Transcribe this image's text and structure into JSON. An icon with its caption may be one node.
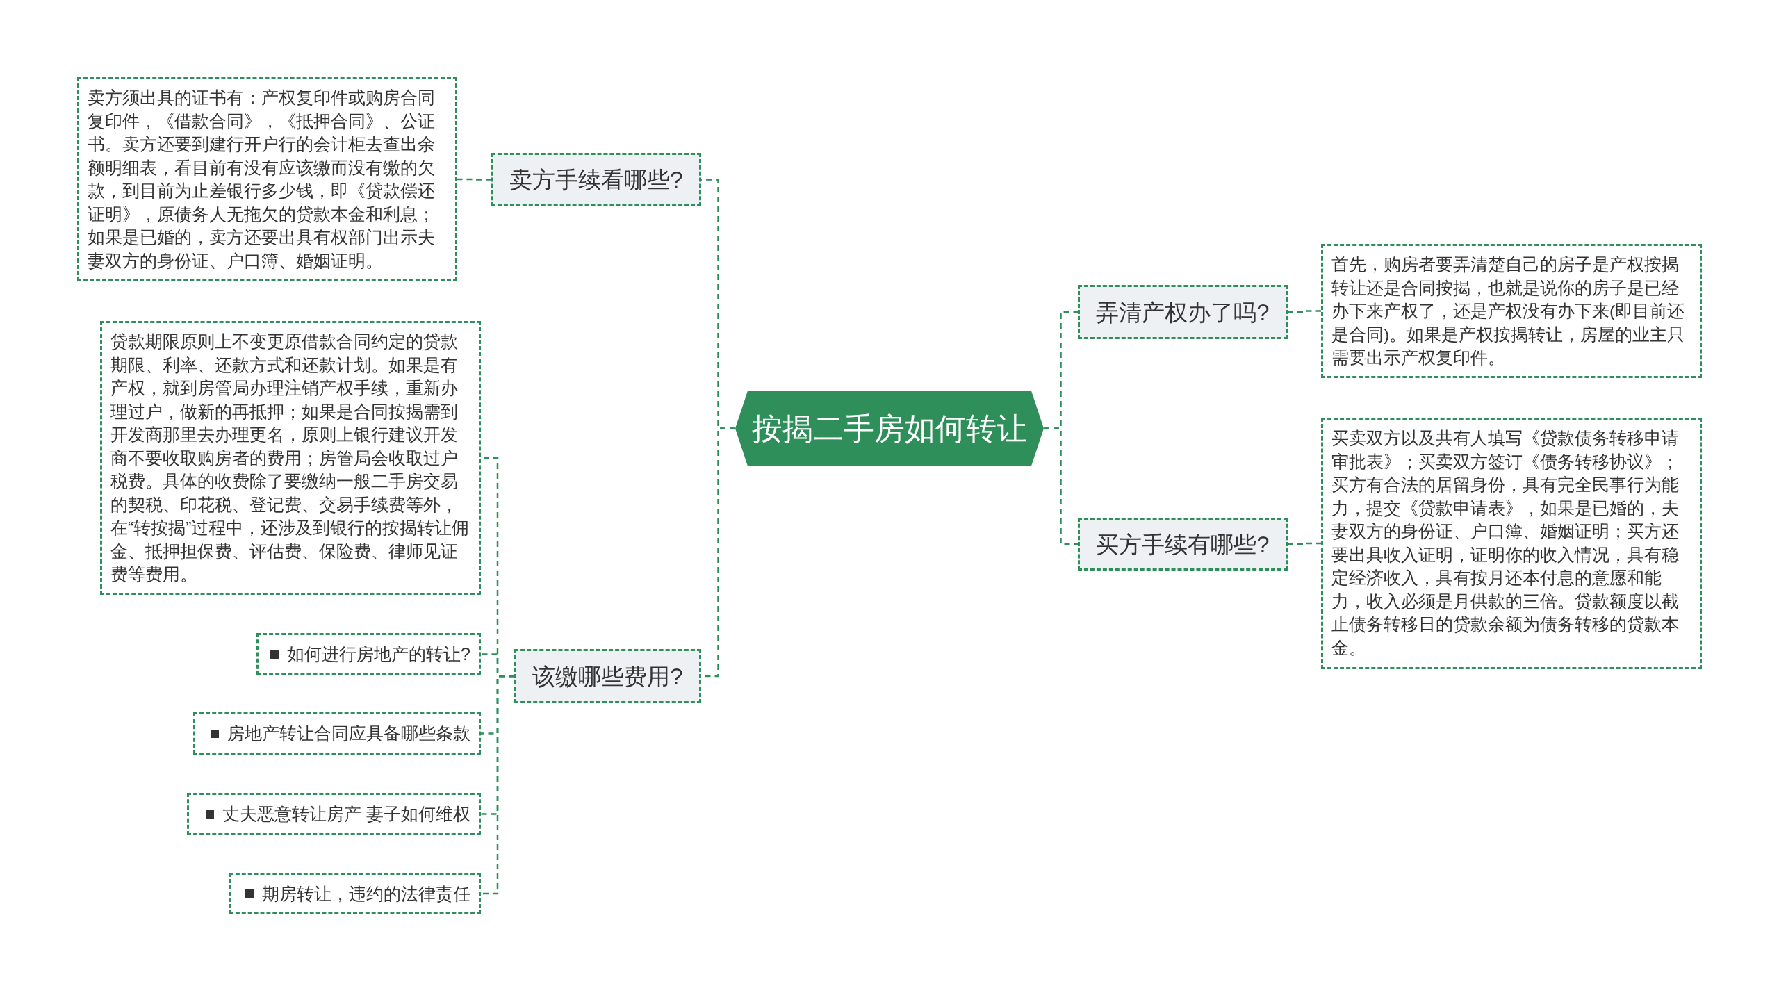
{
  "diagram": {
    "nodes": [
      {
        "text": [
          "按揭二手房如何转让"
        ]
      },
      {
        "text": [
          "卖方手续看哪些?"
        ]
      },
      {
        "text": [
          "卖方须出具的证书有：产权复印件或购房合同复印件，《借款合同》，《抵押合同》、公证书。卖方还要到建行开户行的会计柜去查出余额明细表，看目前有没有应该缴而没有缴的欠款，到目前为止差银行多少钱，即《贷款偿还证明》，原债务人无拖欠的贷款本金和利息；如果是已婚的，卖方还要出具有权部门出示夫妻双方的身份证、户口簿、婚姻证明。"
        ]
      },
      {
        "text": [
          "该缴哪些费用?"
        ]
      },
      {
        "text": [
          "贷款期限原则上不变更原借款合同约定的贷款期限、利率、还款方式和还款计划。如果是有产权，就到房管局办理注销产权手续，重新办理过户，做新的再抵押；如果是合同按揭需到开发商那里去办理更名，原则上银行建议开发商不要收取购房者的费用；房管局会收取过户税费。具体的收费除了要缴纳一般二手房交易的契税、印花税、登记费、交易手续费等外，在“转按揭”过程中，还涉及到银行的按揭转让佣金、抵押担保费、评估费、保险费、律师见证费等费用。"
        ]
      },
      {
        "text": [
          "如何进行房地产的转让?"
        ]
      },
      {
        "text": [
          "房地产转让合同应具备哪些条款"
        ]
      },
      {
        "text": [
          "丈夫恶意转让房产 妻子如何维权"
        ]
      },
      {
        "text": [
          "期房转让，违约的法律责任"
        ]
      },
      {
        "text": [
          "弄清产权办了吗?"
        ]
      },
      {
        "text": [
          "首先，购房者要弄清楚自己的房子是产权按揭转让还是合同按揭，也就是说你的房子是已经办下来产权了，还是产权没有办下来(即目前还是合同)。如果是产权按揭转让，房屋的业主只需要出示产权复印件。"
        ]
      },
      {
        "text": [
          "买方手续有哪些?"
        ]
      },
      {
        "text": [
          "买卖双方以及共有人填写《贷款债务转移申请审批表》；买卖双方签订《债务转移协议》；买方有合法的居留身份，具有完全民事行为能力，提交《贷款申请表》，如果是已婚的，夫妻双方的身份证、户口簿、婚姻证明；买方还要出具收入证明，证明你的收入情况，具有稳定经济收入，具有按月还本付息的意愿和能力，收入必须是月供款的三倍。贷款额度以截止债务转移日的贷款余额为债务转移的贷款本金。"
        ]
      }
    ],
    "edges": [
      {
        "from": 0,
        "to": 1,
        "arrow": "none",
        "style": "dashed"
      },
      {
        "from": 1,
        "to": 2,
        "arrow": "none",
        "style": "dashed"
      },
      {
        "from": 0,
        "to": 3,
        "arrow": "none",
        "style": "dashed"
      },
      {
        "from": 3,
        "to": 4,
        "arrow": "none",
        "style": "dashed"
      },
      {
        "from": 3,
        "to": 5,
        "arrow": "none",
        "style": "dashed"
      },
      {
        "from": 3,
        "to": 6,
        "arrow": "none",
        "style": "dashed"
      },
      {
        "from": 3,
        "to": 7,
        "arrow": "none",
        "style": "dashed"
      },
      {
        "from": 3,
        "to": 8,
        "arrow": "none",
        "style": "dashed"
      },
      {
        "from": 0,
        "to": 9,
        "arrow": "none",
        "style": "dashed"
      },
      {
        "from": 9,
        "to": 10,
        "arrow": "none",
        "style": "dashed"
      },
      {
        "from": 0,
        "to": 11,
        "arrow": "none",
        "style": "dashed"
      },
      {
        "from": 11,
        "to": 12,
        "arrow": "none",
        "style": "dashed"
      }
    ]
  }
}
